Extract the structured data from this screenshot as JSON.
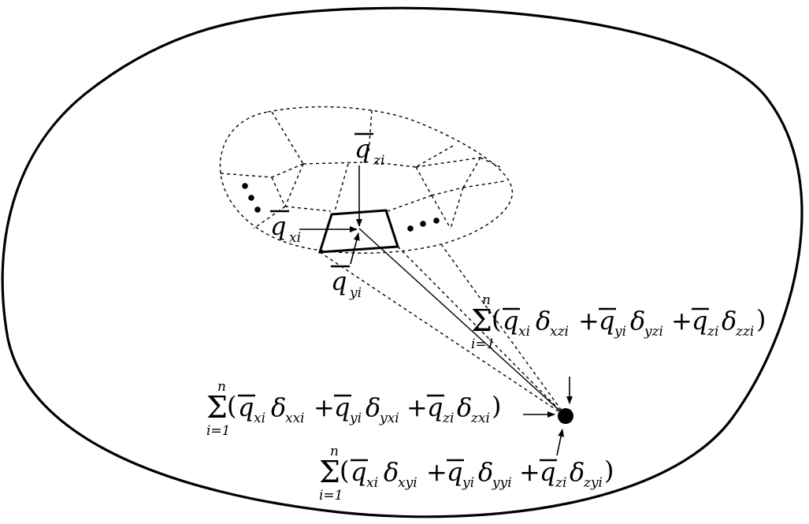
{
  "labels": {
    "q": "q",
    "sub_xi": "xi",
    "sub_yi": "yi",
    "sub_zi": "zi",
    "sigma": "Σ",
    "sum_upper": "n",
    "sum_lower": "i=1",
    "delta": "δ",
    "plus": "+",
    "open_paren": "(",
    "close_paren": ")",
    "dots": "• • •"
  },
  "formulas": {
    "z_component": {
      "d1": "xzi",
      "d2": "yzi",
      "d3": "zzi"
    },
    "x_component": {
      "d1": "xxi",
      "d2": "yxi",
      "d3": "zxi"
    },
    "y_component": {
      "d1": "xyi",
      "d2": "yyi",
      "d3": "zyi"
    }
  }
}
